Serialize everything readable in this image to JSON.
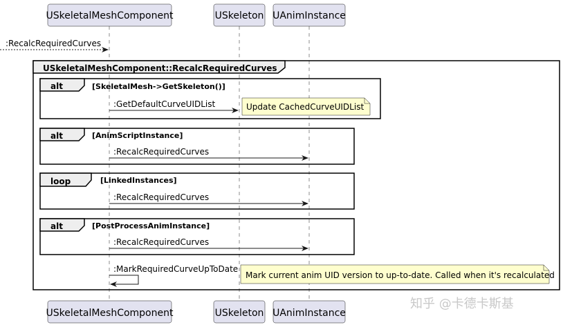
{
  "participants": [
    {
      "name": "USkeletalMeshComponent"
    },
    {
      "name": "USkeleton"
    },
    {
      "name": "UAnimInstance"
    }
  ],
  "entry_message": ":RecalcRequiredCurves",
  "group": {
    "title": "USkeletalMeshComponent::RecalcRequiredCurves"
  },
  "fragments": [
    {
      "type": "alt",
      "guard": "[SkeletalMesh->GetSkeleton()]",
      "message": ":GetDefaultCurveUIDList",
      "note": "Update CachedCurveUIDList"
    },
    {
      "type": "alt",
      "guard": "[AnimScriptInstance]",
      "message": ":RecalcRequiredCurves"
    },
    {
      "type": "loop",
      "guard": "[LinkedInstances]",
      "message": ":RecalcRequiredCurves"
    },
    {
      "type": "alt",
      "guard": "[PostProcessAnimInstance]",
      "message": ":RecalcRequiredCurves"
    }
  ],
  "self_message": {
    "label": ":MarkRequiredCurveUpToDate",
    "note": "Mark current anim UID version to up-to-date. Called when it's recalculated"
  },
  "watermark": "知乎 @卡德卡斯基"
}
